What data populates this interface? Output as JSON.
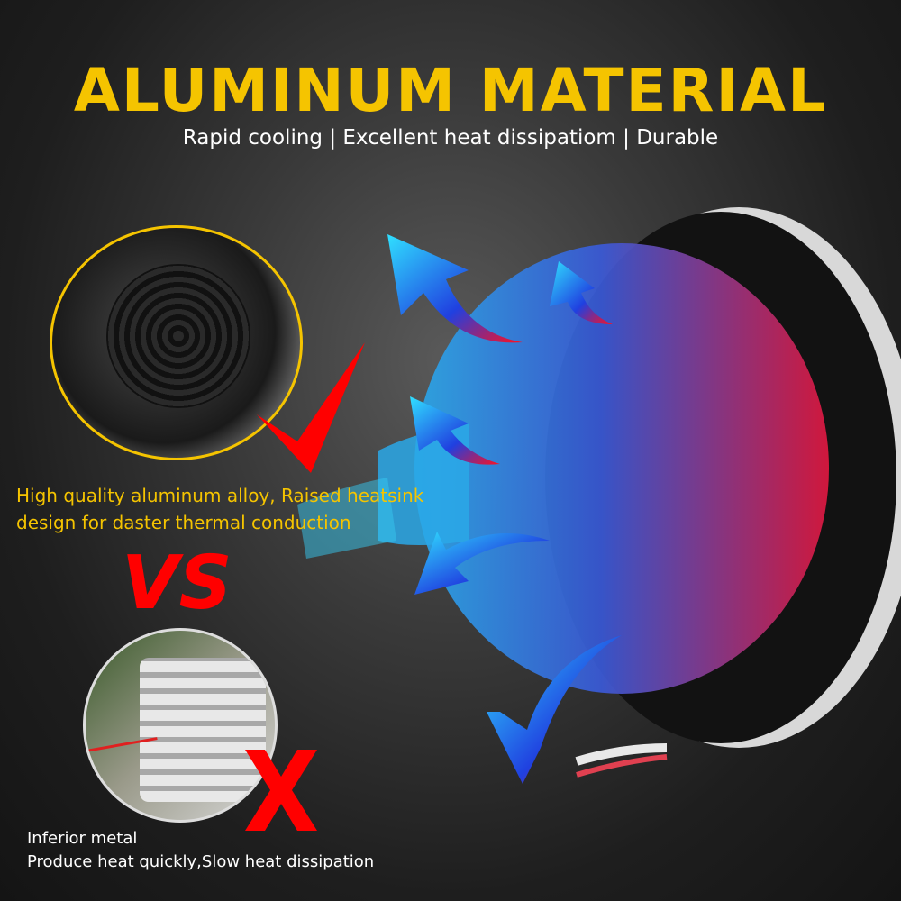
{
  "header": {
    "title": "ALUMINUM MATERIAL",
    "subtitle": "Rapid cooling | Excellent heat dissipatiom | Durable"
  },
  "good_product": {
    "description_line1": "High quality aluminum alloy, Raised heatsink",
    "description_line2": "design for daster thermal conduction",
    "mark_icon": "check-icon"
  },
  "comparison": {
    "vs_label": "VS"
  },
  "bad_product": {
    "title": "Inferior metal",
    "description": "Produce heat quickly,Slow heat dissipation",
    "mark_icon": "x-icon"
  },
  "colors": {
    "accent": "#f5c400",
    "mark": "#ff0000",
    "cool": "#22d3f0",
    "hot": "#e0183c"
  }
}
